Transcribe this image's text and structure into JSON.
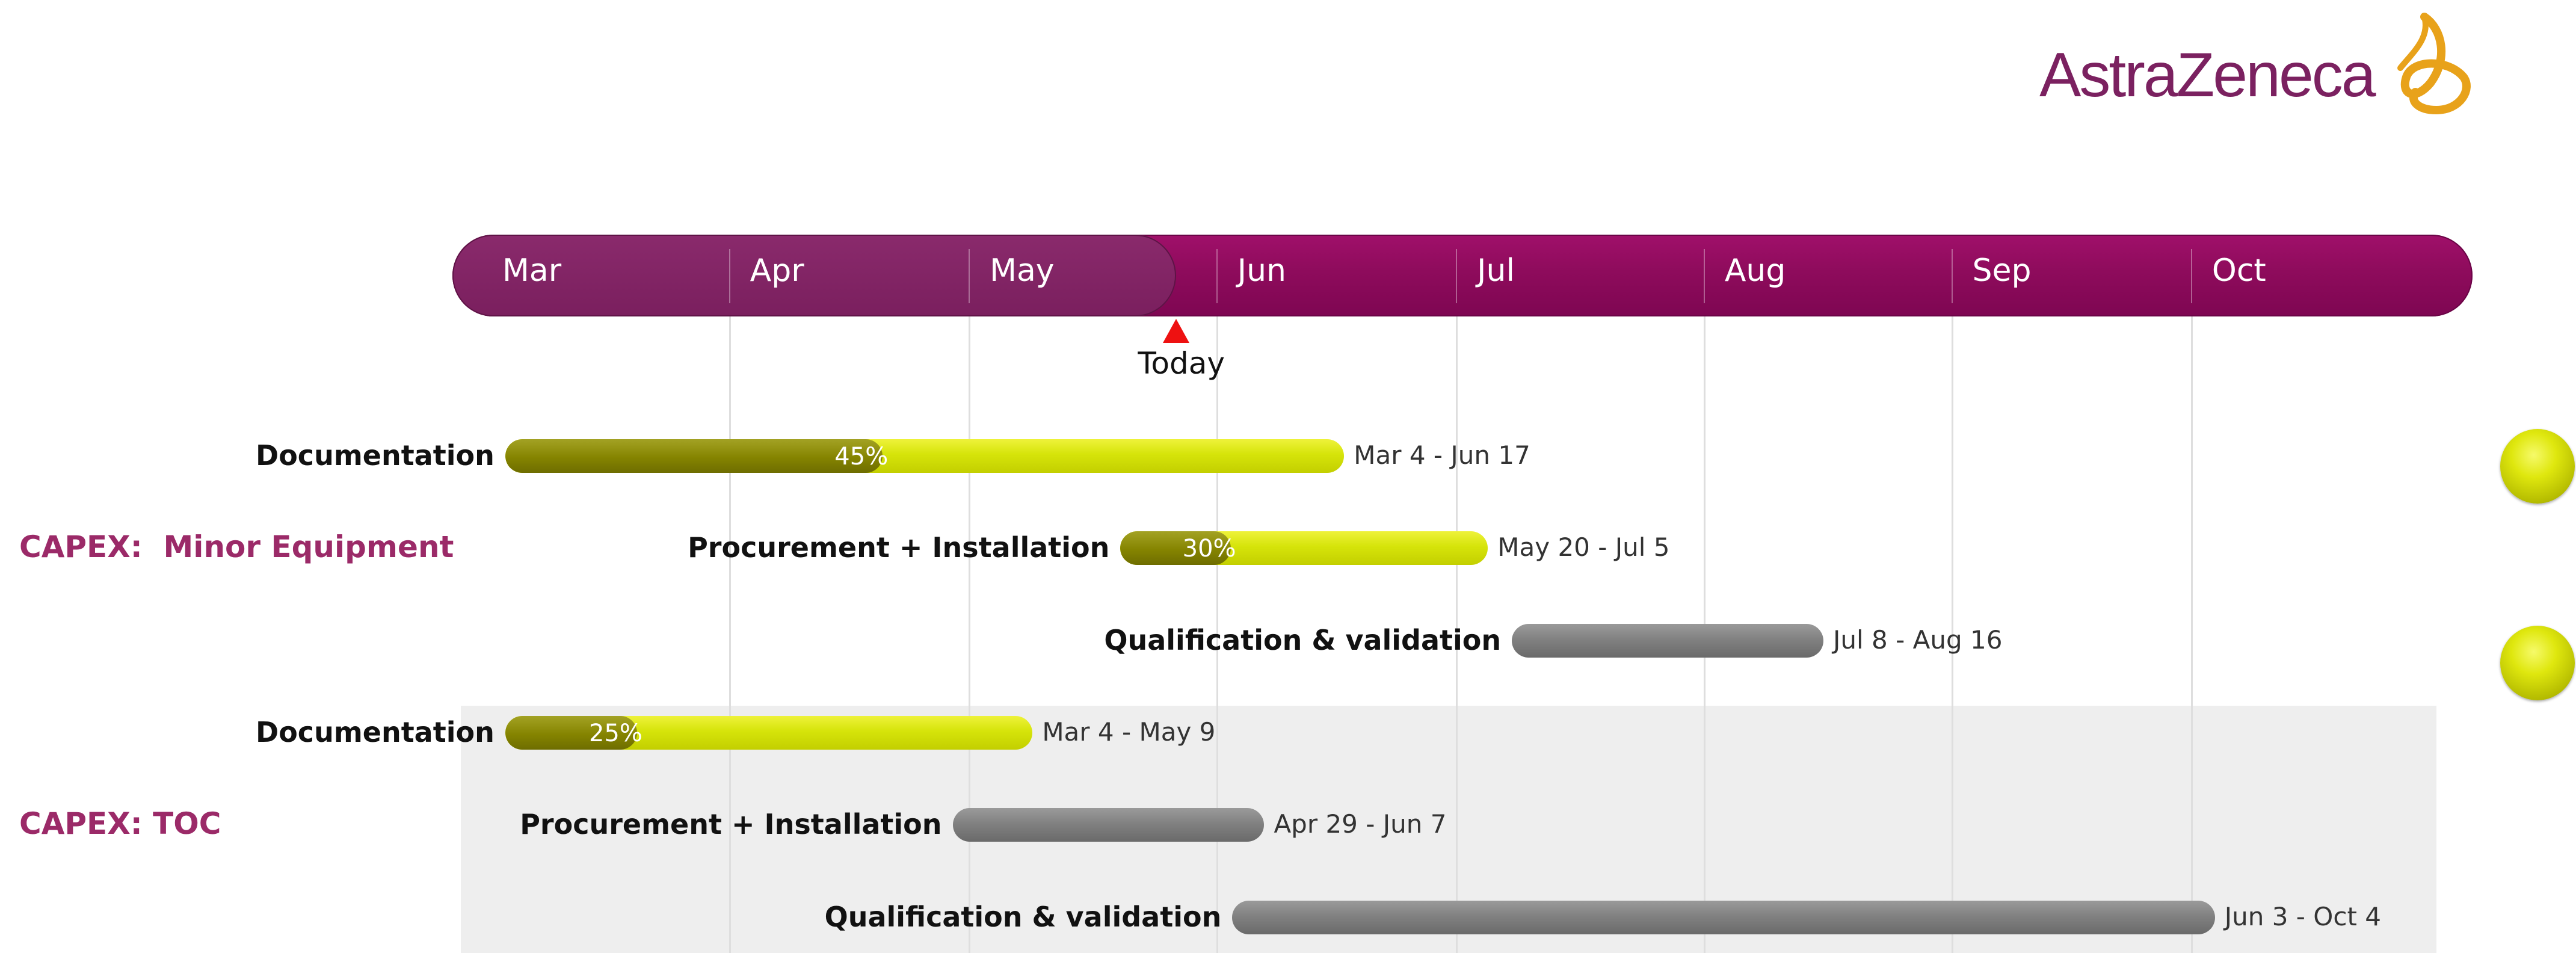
{
  "brand": {
    "logo_text": "AstraZeneca",
    "logo_color": "#7b2160",
    "logo_mark_color": "#e8a21a"
  },
  "colors": {
    "timescale": "#8e0b5c",
    "elapsed": "#7a1f5e",
    "active_bar": "#d6e40a",
    "progress_fill": "#858400",
    "pending_bar": "#7f7f7f",
    "group_label": "#9b2a68",
    "today_marker": "#ee1111",
    "status_dot": "#dfe70e"
  },
  "chart_data": {
    "type": "gantt",
    "time_axis": {
      "start": "Mar 1",
      "end": "Oct 31",
      "months": [
        "Mar",
        "Apr",
        "May",
        "Jun",
        "Jul",
        "Aug",
        "Sep",
        "Oct"
      ]
    },
    "today": {
      "label": "Today",
      "date": "May 27"
    },
    "groups": [
      {
        "name": "CAPEX:  Minor Equipment",
        "shaded": false,
        "tasks": [
          {
            "name": "Documentation",
            "start": "Mar 4",
            "end": "Jun 17",
            "dates_label": "Mar 4 - Jun 17",
            "percent_complete": 45,
            "status": "active"
          },
          {
            "name": "Procurement + Installation",
            "start": "May 20",
            "end": "Jul 5",
            "dates_label": "May 20 - Jul 5",
            "percent_complete": 30,
            "status": "active"
          },
          {
            "name": "Qualification & validation",
            "start": "Jul 8",
            "end": "Aug 16",
            "dates_label": "Jul 8 - Aug 16",
            "percent_complete": null,
            "status": "pending"
          }
        ],
        "status_indicator": "yellow"
      },
      {
        "name": "CAPEX: TOC",
        "shaded": true,
        "tasks": [
          {
            "name": "Documentation",
            "start": "Mar 4",
            "end": "May 9",
            "dates_label": "Mar 4 - May 9",
            "percent_complete": 25,
            "status": "active"
          },
          {
            "name": "Procurement + Installation",
            "start": "Apr 29",
            "end": "Jun 7",
            "dates_label": "Apr 29 - Jun 7",
            "percent_complete": null,
            "status": "pending"
          },
          {
            "name": "Qualification & validation",
            "start": "Jun 3",
            "end": "Oct 4",
            "dates_label": "Jun 3 - Oct 4",
            "percent_complete": null,
            "status": "pending"
          }
        ],
        "status_indicator": "yellow"
      }
    ]
  }
}
